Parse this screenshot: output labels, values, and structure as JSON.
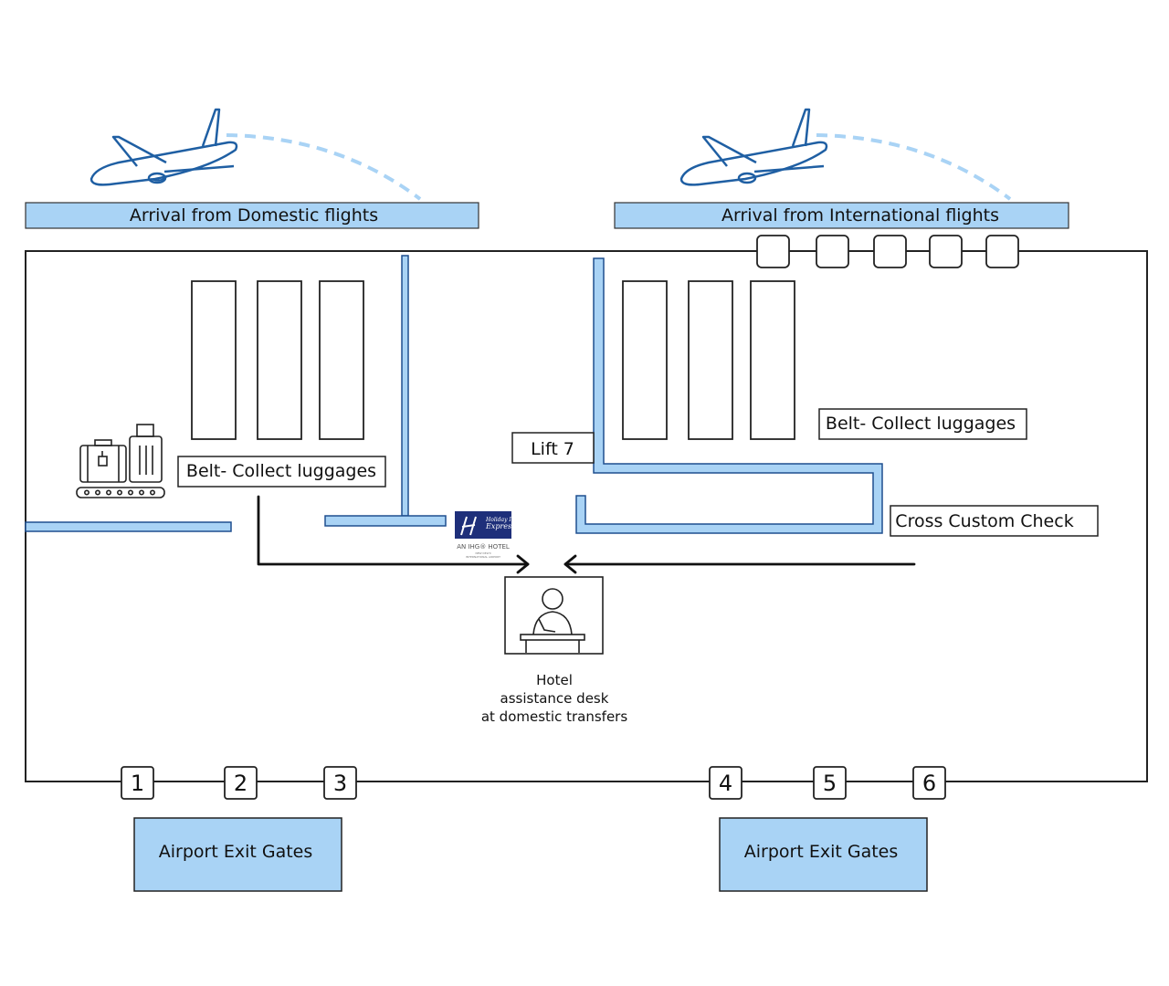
{
  "arrivals": {
    "domestic": "Arrival from Domestic flights",
    "international": "Arrival from International flights"
  },
  "labels": {
    "belt_domestic": "Belt- Collect luggages",
    "belt_international": "Belt- Collect luggages",
    "lift": "Lift 7",
    "customs": "Cross Custom Check"
  },
  "gates": {
    "numbers": [
      "1",
      "2",
      "3",
      "4",
      "5",
      "6"
    ],
    "exit_left": "Airport Exit Gates",
    "exit_right": "Airport Exit Gates"
  },
  "hotel_desk": {
    "lines": [
      "Hotel",
      "assistance desk",
      "at domestic transfers"
    ]
  },
  "logo": {
    "brand_line1": "Holiday Inn",
    "brand_line2": "Express",
    "sub": "AN IHG® HOTEL",
    "tiny1": "NEW DELHI",
    "tiny2": "INTERNATIONAL AIRPORT"
  },
  "colors": {
    "light_blue": "#a9d3f5",
    "wall_blue": "#a9d3f5",
    "plane_blue": "#1f5fa3",
    "logo_navy": "#1e2f7a"
  },
  "icons": [
    "airplane-icon",
    "luggage-conveyor-icon",
    "hotel-desk-icon",
    "hotel-logo-icon"
  ]
}
